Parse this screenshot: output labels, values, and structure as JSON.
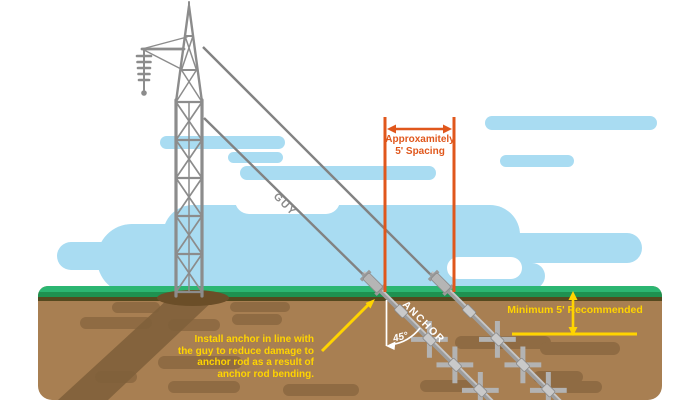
{
  "diagram": {
    "title_context": "Guy anchor installation diagram",
    "labels": {
      "guy": "GUY",
      "anchor": "ANCHOR",
      "angle": "45°"
    },
    "spacing_note": {
      "line1": "Approxamitely",
      "line2": "5' Spacing"
    },
    "depth_note": "Minimum 5' Recommended",
    "caption": {
      "lines": [
        "Install anchor in line with",
        "the guy to reduce damage to",
        "anchor rod as a result of",
        "anchor rod bending."
      ]
    },
    "colors": {
      "annotation_orange": "#e0571c",
      "annotation_yellow": "#ffd400",
      "sky_cloud_blue": "#a9dcf2",
      "grass_green_top": "#2cb672",
      "grass_green_dark": "#1f9150",
      "soil_shadow_olive": "#55491e",
      "soil_brown": "#a87f52",
      "soil_patch_brown": "#8f6b43",
      "structure_gray": "#8c8c8c",
      "label_white": "#ffffff"
    }
  }
}
